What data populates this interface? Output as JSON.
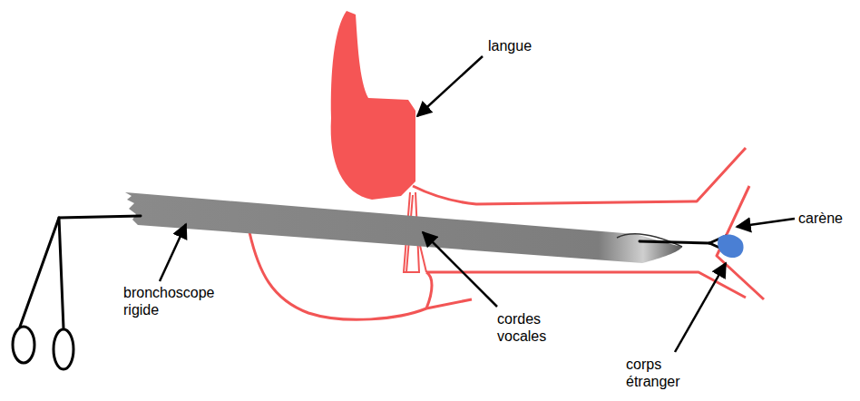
{
  "diagram": {
    "labels": [
      "langue",
      "bronchoscope rigide",
      "cordes vocales",
      "carène",
      "corps étranger"
    ]
  }
}
